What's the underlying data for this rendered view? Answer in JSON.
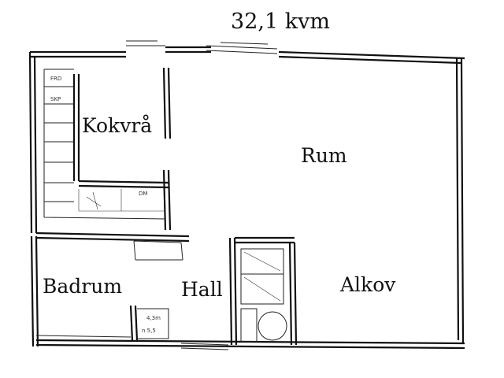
{
  "plan": {
    "area": "32,1 kvm",
    "rooms": {
      "kokvra": "Kokvrå",
      "rum": "Rum",
      "badrum": "Badrum",
      "hall": "Hall",
      "alkov": "Alkov"
    }
  }
}
